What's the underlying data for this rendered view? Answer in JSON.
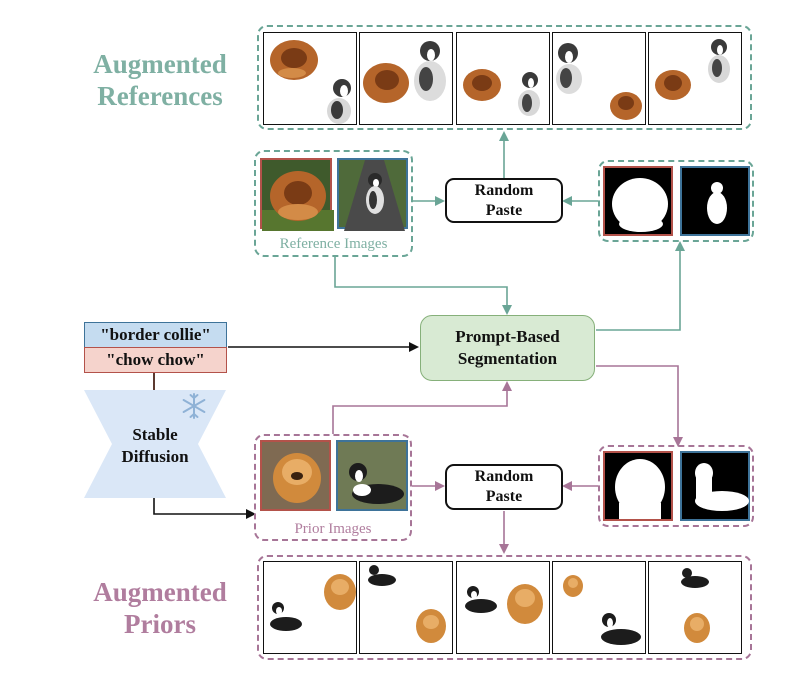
{
  "labels": {
    "augmented_references_line1": "Augmented",
    "augmented_references_line2": "References",
    "augmented_priors_line1": "Augmented",
    "augmented_priors_line2": "Priors",
    "reference_images": "Reference Images",
    "prior_images": "Prior Images"
  },
  "nodes": {
    "random_paste_top_line1": "Random",
    "random_paste_top_line2": "Paste",
    "random_paste_bottom_line1": "Random",
    "random_paste_bottom_line2": "Paste",
    "segmentation_line1": "Prompt-Based",
    "segmentation_line2": "Segmentation",
    "diffusion_line1": "Stable",
    "diffusion_line2": "Diffusion",
    "prompt_border_collie": "\"border collie\"",
    "prompt_chow_chow": "\"chow chow\""
  },
  "icons": {
    "frozen": "snowflake-icon"
  },
  "colors": {
    "teal": "#6aa596",
    "teal_text": "#7fb0a3",
    "purple": "#a77597",
    "purple_text": "#b07d9e",
    "red_frame": "#b3524a",
    "blue_frame": "#3e7399",
    "green_fill": "#d8ead3",
    "green_border": "#86b07a",
    "prompt_blue_fill": "#c5dcf0",
    "prompt_red_fill": "#f5d3cc",
    "diffusion_fill": "#dae7f7"
  }
}
